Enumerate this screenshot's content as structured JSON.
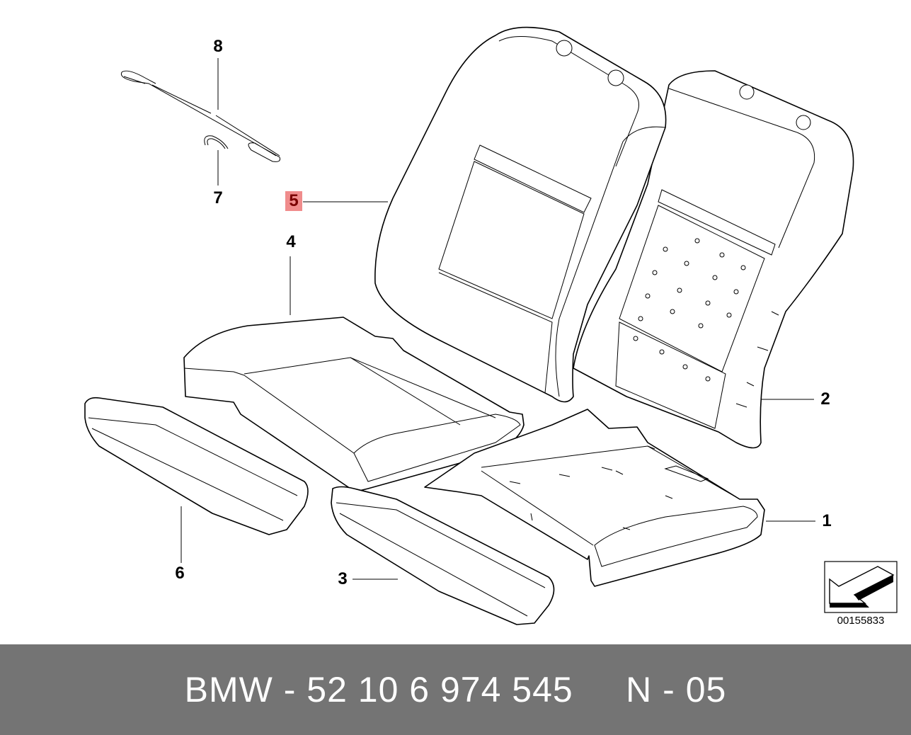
{
  "callouts": {
    "c1": "1",
    "c2": "2",
    "c3": "3",
    "c4": "4",
    "c5": "5",
    "c6": "6",
    "c7": "7",
    "c8": "8"
  },
  "highlighted_callout": "5",
  "reference_number": "00155833",
  "footer": {
    "text": "BMW - 52 10 6 974 545     N - 05"
  },
  "colors": {
    "footer_background": "#747474",
    "highlight": "#f08c8c"
  },
  "icons": {
    "orientation": "arrow-direction-icon"
  }
}
